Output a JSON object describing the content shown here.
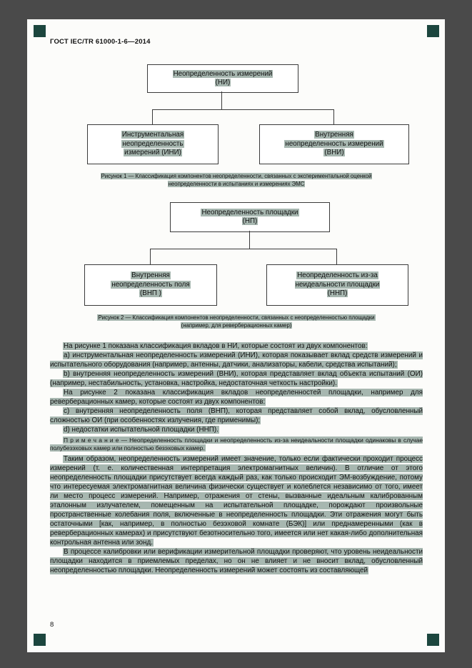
{
  "colors": {
    "highlight": "#a7b7b0",
    "marker": "#1c463e",
    "page_background": "#fcfcfa",
    "canvas_background": "#4a4a4a"
  },
  "header": {
    "title": "ГОСТ IEC/TR 61000-1-6—2014"
  },
  "figure1": {
    "root": {
      "lines": [
        "Неопределенность измерений",
        "(НИ)"
      ]
    },
    "left": {
      "lines": [
        "Инструментальная",
        "неопределенность",
        "измерений (ИНИ)"
      ]
    },
    "right": {
      "lines": [
        "Внутренняя",
        "неопределенность измерений",
        "(ВНИ)"
      ]
    },
    "caption": {
      "lines": [
        "Рисунок 1 — Классификация компонентов неопределенности, связанных с экспериментальной оценкой",
        "неопределенности в испытаниях и измерениях ЭМС"
      ]
    }
  },
  "figure2": {
    "root": {
      "lines": [
        "Неопределенность  площадки",
        "(НП)"
      ]
    },
    "left": {
      "lines": [
        "Внутренняя",
        "неопределенность поля",
        "(ВНП )"
      ]
    },
    "right": {
      "lines": [
        "Неопределенность из-за",
        "неидеальности  площадки",
        "(ННП)"
      ]
    },
    "caption": {
      "lines": [
        "Рисунок 2 — Классификация компонентов неопределенности, связанных с неопределенностью площадки",
        "(например, для реверберационных камер)"
      ]
    }
  },
  "body": {
    "paragraphs": [
      "На рисунке 1 показана классификация вкладов в НИ, которые состоят из двух компонентов:",
      "a) инструментальная неопределенность измерений (ИНИ), которая показывает вклад средств измерений и испытательного оборудования (например, антенны, датчики, анализаторы, кабели, средства испытаний);",
      "b) внутренняя неопределенность измерений (ВНИ), которая представляет вклад объекта испытаний (ОИ) (например, нестабильность, установка, настройка, недостаточная четкость настройки).",
      "На рисунке 2 показана классификация вкладов неопределенностей площадки, например для реверберационных камер, которые состоят из двух компонентов:",
      "c) внутренняя неопределенность поля (ВНП), которая представляет собой вклад, обусловленный сложностью ОИ (при особенностях излучения, где применимы);",
      "d) недостатки испытательной площадки (ННП).",
      "П р и м е ч а н и е — Неопределенность площадки и неопределенность из-за неидеальности площадки одинаковы в случае полубезэховых камер или полностью безэховых камер.",
      "Таким образом, неопределенность измерений имеет значение, только если фактически проходит процесс измерений (т. е. количественная интерпретация электромагнитных величин). В отличие от этого неопределенность площадки присутствует всегда каждый раз, как только происходит ЭМ-возбуждение, потому что интересуемая электромагнитная величина физически существует и колеблется независимо от того, имеет ли место процесс измерений. Например, отражения от стены, вызванные идеальным калиброванным эталонным излучателем, помещенным на испытательной площадке, порождают произвольные пространственные колебания поля, включенные в неопределенность площадки. Эти отражения могут быть остаточными [как, например, в полностью безэховой комнате (БЭК)] или преднамеренными (как в реверберационных камерах) и присутствуют безотносительно того, имеется или нет какая-либо дополнительная контрольная антенна или зонд.",
      "В процессе калибровки или верификации измерительной площадки проверяют, что уровень неидеальности площадки находится в приемлемых пределах, но он не влияет и не вносит вклад, обусловленный неопределенностью площадки. Неопределенность измерений может состоять из составляющей"
    ]
  },
  "footer": {
    "page_number": "8"
  }
}
